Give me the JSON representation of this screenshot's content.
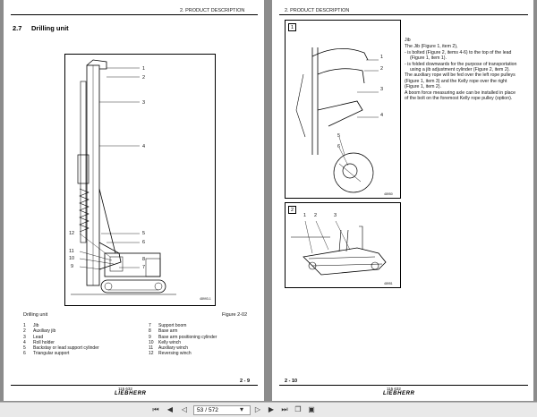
{
  "left_page": {
    "header": "2. PRODUCT DESCRIPTION",
    "section_number": "2.7",
    "section_title": "Drilling unit",
    "figure_labels": [
      "1",
      "2",
      "3",
      "4",
      "5",
      "6",
      "7",
      "8",
      "9",
      "10",
      "11",
      "12"
    ],
    "figure_id": "48993-1",
    "caption": "Drilling unit",
    "figure_ref": "Figure 2-02",
    "legend": [
      {
        "num": "1",
        "text": "Jib"
      },
      {
        "num": "2",
        "text": "Auxiliary jib"
      },
      {
        "num": "3",
        "text": "Lead"
      },
      {
        "num": "4",
        "text": "Roll holder"
      },
      {
        "num": "5",
        "text": "Backstay or lead support cylinder"
      },
      {
        "num": "6",
        "text": "Triangular support"
      },
      {
        "num": "7",
        "text": "Support boom"
      },
      {
        "num": "8",
        "text": "Base arm"
      },
      {
        "num": "9",
        "text": "Base arm positioning cylinder"
      },
      {
        "num": "10",
        "text": "Kelly winch"
      },
      {
        "num": "11",
        "text": "Auxiliary winch"
      },
      {
        "num": "12",
        "text": "Reversing winch"
      }
    ],
    "page_number": "2 - 9",
    "doc_code": "115 632",
    "logo": "LIEBHERR"
  },
  "right_page": {
    "header": "2. PRODUCT DESCRIPTION",
    "figure1": {
      "number": "1",
      "labels": [
        "1",
        "2",
        "3",
        "4",
        "5",
        "6"
      ],
      "id": "48950"
    },
    "figure2": {
      "number": "2",
      "labels": [
        "1",
        "2",
        "3"
      ],
      "id": "48951"
    },
    "jib_title": "Jib",
    "jib_lines": [
      "The Jib (Figure 1, item 2),",
      "- is bolted (Figure 2, items 4-6) to the top of the lead",
      "  (Figure 1, item 1).",
      "- is folded downwards for the purpose of transportation",
      "  using a jib adjustment cylinder (Figure 2, item 2).",
      "The auxiliary rope will be fed over the left rope pulleys",
      "(Figure 1, item 3) and the Kelly rope over the right",
      "(Figure 1, item 2).",
      "A boom force measuring axle can be installed in place",
      "of the bolt on the foremost Kelly rope pulley (option)."
    ],
    "page_number": "2 - 10",
    "doc_code": "115 632",
    "logo": "LIEBHERR"
  },
  "toolbar": {
    "current_page": "53",
    "separator": "/",
    "total_pages": "572"
  }
}
